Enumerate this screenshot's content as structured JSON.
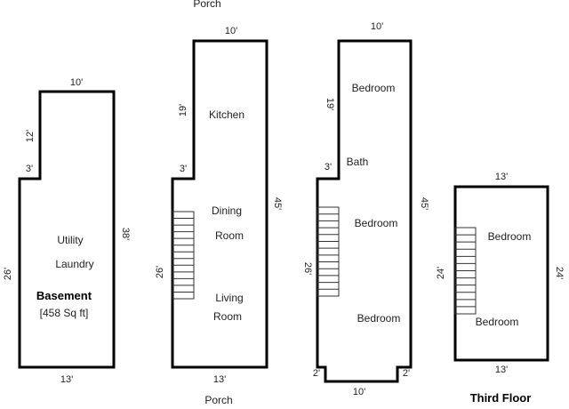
{
  "basement": {
    "dim_top": "10'",
    "dim_notch_vertical": "12'",
    "dim_notch_horizontal": "3'",
    "dim_right": "38'",
    "dim_left": "26'",
    "dim_bottom": "13'",
    "room_1": "Utility",
    "room_2": "Laundry",
    "title": "Basement",
    "area": "[458 Sq ft]"
  },
  "first_floor": {
    "porch_top": "Porch",
    "dim_top": "10'",
    "dim_notch_vertical": "19'",
    "dim_notch_horizontal": "3'",
    "dim_right": "45'",
    "dim_left": "26'",
    "dim_bottom": "13'",
    "porch_bottom": "Porch",
    "kitchen": "Kitchen",
    "dining_1": "Dining",
    "dining_2": "Room",
    "living_1": "Living",
    "living_2": "Room"
  },
  "second_floor": {
    "dim_top": "10'",
    "dim_notch_vertical": "19'",
    "dim_notch_horizontal": "3'",
    "dim_right": "45'",
    "dim_left": "26'",
    "dim_bottom": "10'",
    "dim_bottom_left": "2'",
    "dim_bottom_right": "2'",
    "bedroom_1": "Bedroom",
    "bath": "Bath",
    "bedroom_2": "Bedroom",
    "bedroom_3": "Bedroom"
  },
  "third_floor": {
    "dim_top": "13'",
    "dim_left": "24'",
    "dim_right": "24'",
    "dim_bottom": "13'",
    "bedroom_1": "Bedroom",
    "bedroom_2": "Bedroom",
    "title": "Third Floor"
  }
}
